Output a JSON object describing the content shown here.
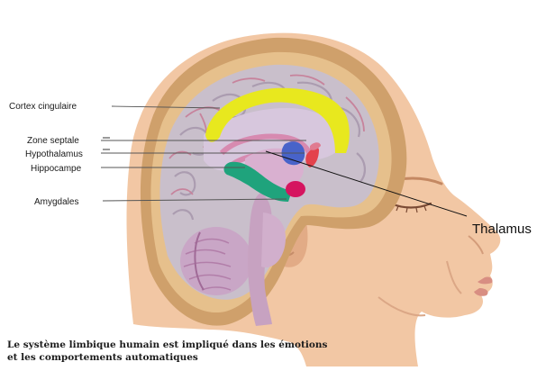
{
  "labels": {
    "cingulate": "Cortex cingulaire",
    "septal": "Zone septale",
    "hypothalamus": "Hypothalamus",
    "hippocampus": "Hippocampe",
    "amygdala": "Amygdales",
    "thalamus": "Thalamus"
  },
  "caption": {
    "line1": "Le système limbique humain est impliqué dans les émotions",
    "line2": "et les comportements automatiques"
  },
  "colors": {
    "skin": "#f2c7a4",
    "skin_shadow": "#e2ab86",
    "skull": "#cfa06b",
    "skull_light": "#e6c08c",
    "brain": "#c9bfcb",
    "gyri": "#ab9cb0",
    "sulci": "#c7839c",
    "cingulate": "#e8e81e",
    "hippocampus": "#1fa37c",
    "amygdala": "#d5145f",
    "thalamus": "#4863c9",
    "hypothalamus": "#e3424c",
    "limbic_pink": "#d78ab0",
    "leader": "#555555"
  }
}
